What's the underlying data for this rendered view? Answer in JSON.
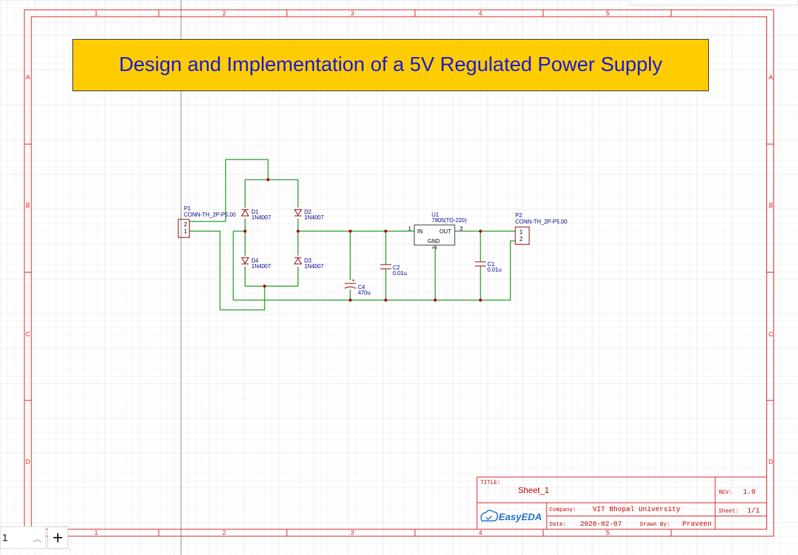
{
  "title": "Design and Implementation of a 5V Regulated Power Supply",
  "border_columns": [
    "1",
    "2",
    "3",
    "4",
    "5"
  ],
  "border_rows": [
    "A",
    "B",
    "C",
    "D"
  ],
  "components": {
    "P1": {
      "ref": "P1",
      "value": "CONN-TH_2P-P5.00",
      "pins": [
        "2",
        "1"
      ]
    },
    "P2": {
      "ref": "P2",
      "value": "CONN-TH_2P-P5.00",
      "pins": [
        "1",
        "2"
      ]
    },
    "D1": {
      "ref": "D1",
      "value": "1N4007"
    },
    "D2": {
      "ref": "D2",
      "value": "1N4007"
    },
    "D3": {
      "ref": "D3",
      "value": "1N4007"
    },
    "D4": {
      "ref": "D4",
      "value": "1N4007"
    },
    "C1": {
      "ref": "C1",
      "value": "0.01u"
    },
    "C2": {
      "ref": "C2",
      "value": "0.01u"
    },
    "C4": {
      "ref": "C4",
      "value": "470u"
    },
    "U1": {
      "ref": "U1",
      "value": "7805(TO-220)",
      "in": "IN",
      "out": "OUT",
      "gnd": "GND",
      "pin_in": "1",
      "pin_out": "3",
      "pin_gnd": "2"
    }
  },
  "title_block": {
    "title_label": "TITLE:",
    "sheet_name": "Sheet_1",
    "rev_label": "REV:",
    "rev": "1.0",
    "company_label": "Company:",
    "company": "VIT Bhopal University",
    "sheet_label": "Sheet:",
    "sheet": "1/1",
    "date_label": "Date:",
    "date": "2026-02-07",
    "drawn_label": "Drawn By:",
    "drawn": "Praveen",
    "logo": "EasyEDA"
  },
  "page_selector": {
    "value": "1"
  },
  "add_label": "+",
  "colors": {
    "border": "#d62020",
    "wire": "#1e9b1e",
    "symbol": "#8b0000",
    "title_bg": "#ffcc00",
    "title_text": "#1a1ad6",
    "grid": "#e8e8e8",
    "logo": "#1f6fd1"
  }
}
